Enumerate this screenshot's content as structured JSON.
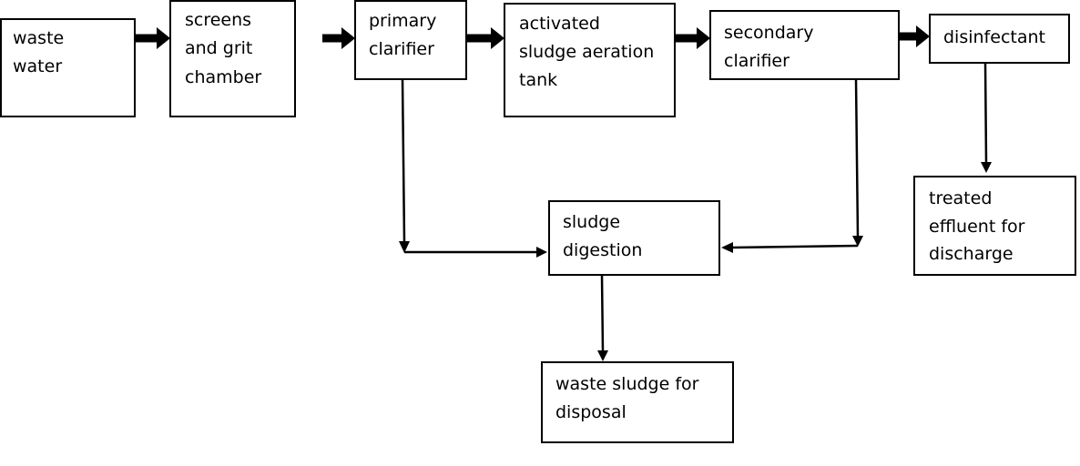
{
  "diagram": {
    "nodes": {
      "waste_water": [
        "waste",
        "water"
      ],
      "screens": [
        "screens",
        "and grit",
        "chamber"
      ],
      "primary": [
        "primary",
        "clarifier"
      ],
      "aeration": [
        "activated",
        "sludge aeration",
        "tank"
      ],
      "secondary": [
        "secondary",
        "clarifier"
      ],
      "disinfectant": [
        "disinfectant"
      ],
      "effluent": [
        "treated",
        "effluent for",
        "discharge"
      ],
      "digestion": [
        "sludge",
        "digestion"
      ],
      "disposal": [
        "waste sludge for",
        "disposal"
      ]
    }
  }
}
